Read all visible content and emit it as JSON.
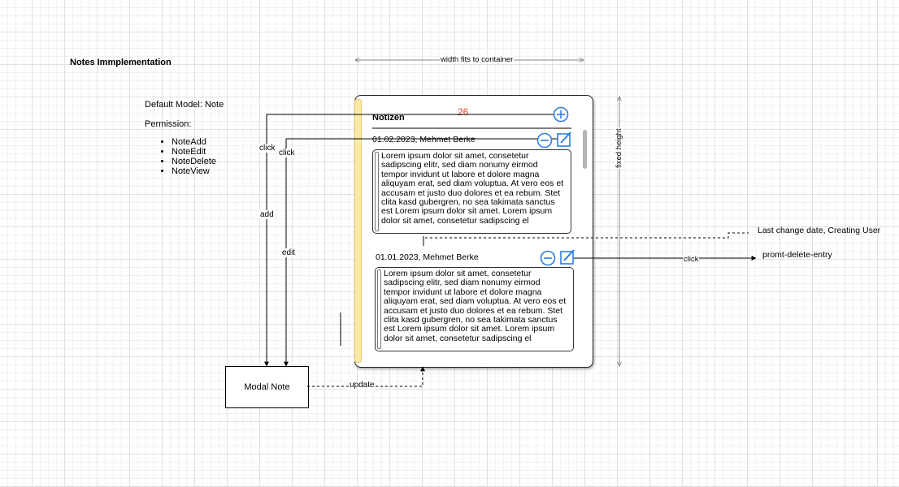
{
  "title": "Notes Immplementation",
  "model_label": "Default Model: Note",
  "permission_label": "Permission:",
  "permissions": [
    "NoteAdd",
    "NoteEdit",
    "NoteDelete",
    "NoteView"
  ],
  "width_label": "width fits to container",
  "height_label": "fixed height",
  "widget": {
    "title": "Notizen",
    "count": "26",
    "count_color": "#e0452b",
    "accent_color": "#2f7de1",
    "notes": [
      {
        "header": "01.02.2023, Mehmet Berke",
        "body": "Lorem ipsum dolor sit amet, consetetur sadipscing elitr, sed diam nonumy eirmod tempor invidunt ut labore et dolore magna aliquyam erat, sed diam voluptua. At vero eos et accusam et justo duo dolores et ea rebum. Stet clita kasd gubergren, no sea takimata sanctus est Lorem ipsum dolor sit amet. Lorem ipsum dolor sit amet, consetetur sadipscing el"
      },
      {
        "header": "01.01.2023, Mehmet Berke",
        "body": "Lorem ipsum dolor sit amet, consetetur sadipscing elitr, sed diam nonumy eirmod tempor invidunt ut labore et dolore magna aliquyam erat, sed diam voluptua. At vero eos et accusam et justo duo dolores et ea rebum. Stet clita kasd gubergren, no sea takimata sanctus est Lorem ipsum dolor sit amet. Lorem ipsum dolor sit amet, consetetur sadipscing el"
      }
    ]
  },
  "edges": {
    "click_add": "click",
    "click_edit": "click",
    "add": "add",
    "edit": "edit",
    "update": "update",
    "click_delete": "click"
  },
  "modal_label": "Modal Note",
  "meta_annotation": "Last change date, Creating User",
  "delete_target": "promt-delete-entry"
}
